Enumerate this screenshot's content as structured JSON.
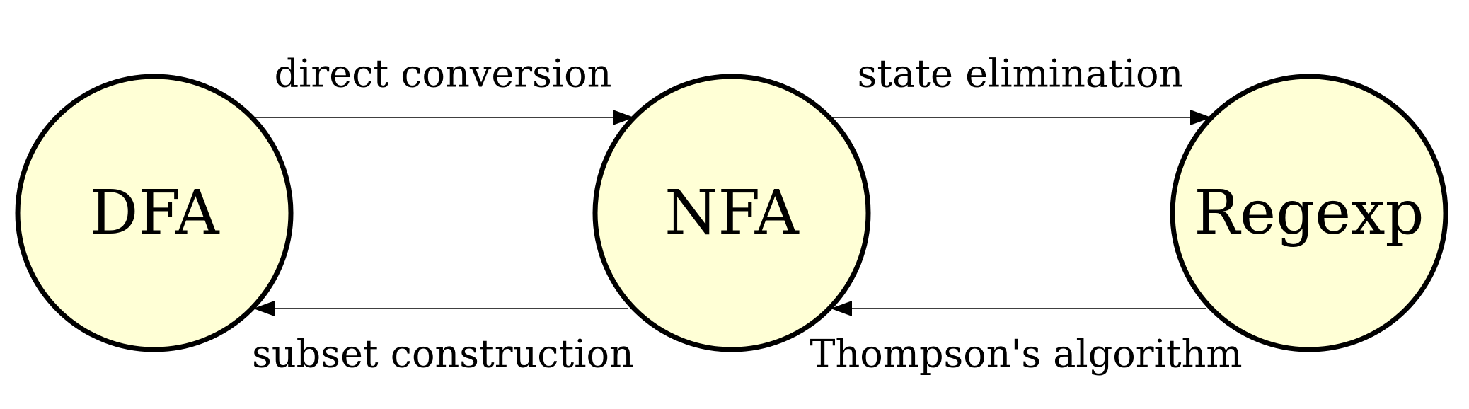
{
  "nodes": {
    "dfa": {
      "label": "DFA"
    },
    "nfa": {
      "label": "NFA"
    },
    "regexp": {
      "label": "Regexp"
    }
  },
  "edges": {
    "dfa_to_nfa": {
      "label": "direct conversion"
    },
    "nfa_to_regexp": {
      "label": "state elimination"
    },
    "nfa_to_dfa": {
      "label": "subset construction"
    },
    "regexp_to_nfa": {
      "label": "Thompson's algorithm"
    }
  },
  "colors": {
    "node_fill": "#ffffd6",
    "node_stroke": "#000000",
    "edge": "#000000",
    "background": "#ffffff"
  }
}
